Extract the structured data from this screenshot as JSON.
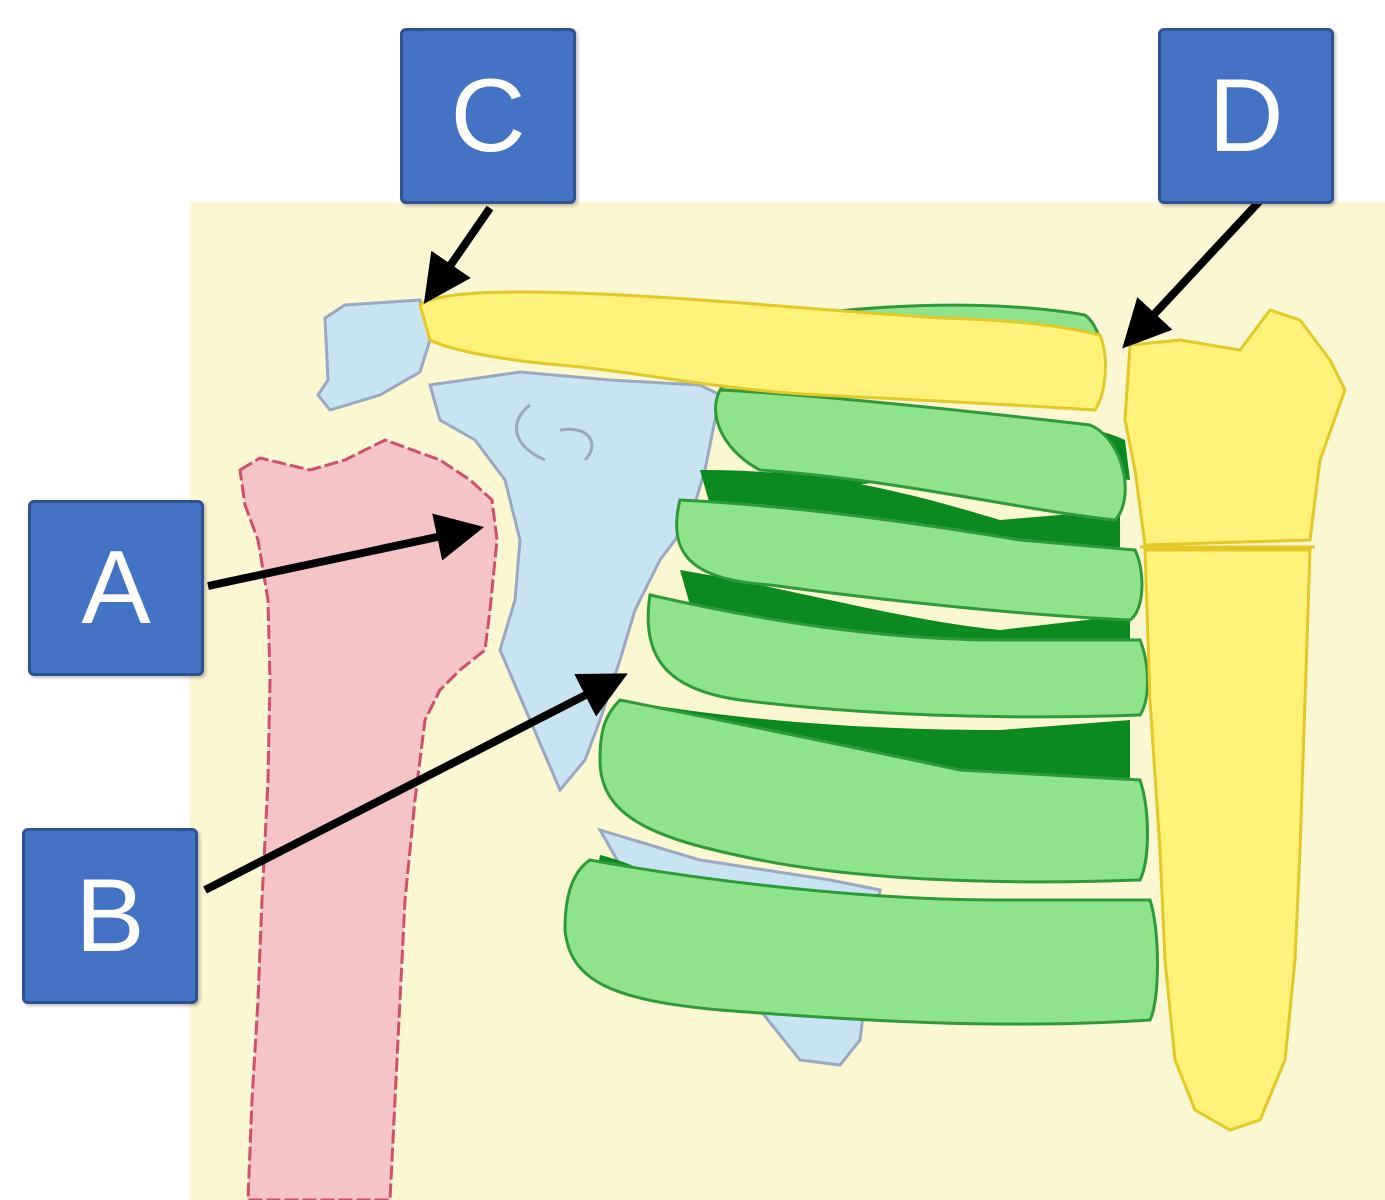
{
  "colors": {
    "background": "#fbf7d3",
    "humerus_fill": "#f4c4c6",
    "humerus_stroke": "#d0506a",
    "scapula_fill": "#c8e3f2",
    "scapula_stroke": "#9aa8c0",
    "clavicle_fill": "#fff27a",
    "clavicle_stroke": "#e3c826",
    "rib_fill": "#8fe38a",
    "rib_dark": "#0b8a1f",
    "rib_stroke": "#2f9a3a",
    "label_fill": "#4472c4",
    "arrow": "#000000"
  },
  "labels": {
    "a": "A",
    "b": "B",
    "c": "C",
    "d": "D"
  }
}
